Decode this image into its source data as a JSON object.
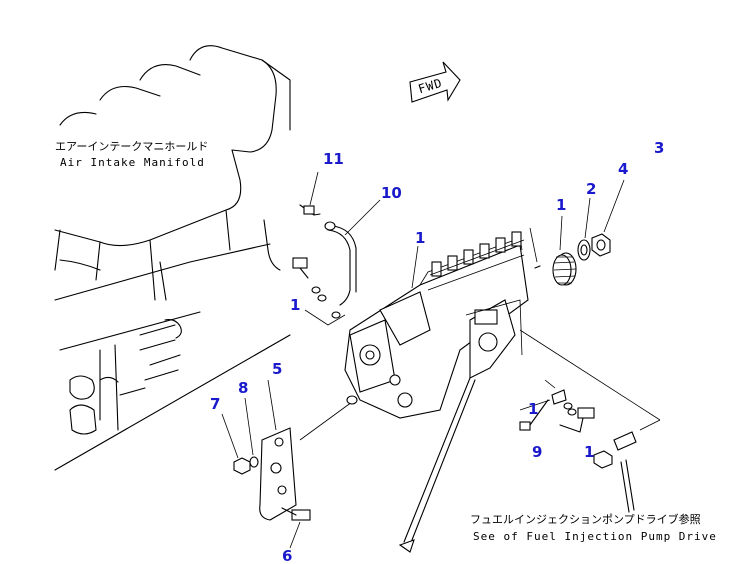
{
  "labels": {
    "manifold_jp": "エアーインテークマニホールド",
    "manifold_en": "Air Intake Manifold",
    "fwd": "FWD",
    "drive_jp": "フュエルインジェクションポンプドライブ参照",
    "drive_en": "See of Fuel Injection Pump Drive"
  },
  "callouts": {
    "c1_pump": "1",
    "c1_gear": "1",
    "c1_left": "1",
    "c1_mid": "1",
    "c1_right": "1",
    "c2": "2",
    "c3": "3",
    "c4": "4",
    "c5": "5",
    "c6": "6",
    "c7": "7",
    "c8": "8",
    "c9": "9",
    "c10": "10",
    "c11": "11"
  },
  "colors": {
    "callout": "#1a1acc",
    "linework": "#000000",
    "background": "#ffffff"
  }
}
